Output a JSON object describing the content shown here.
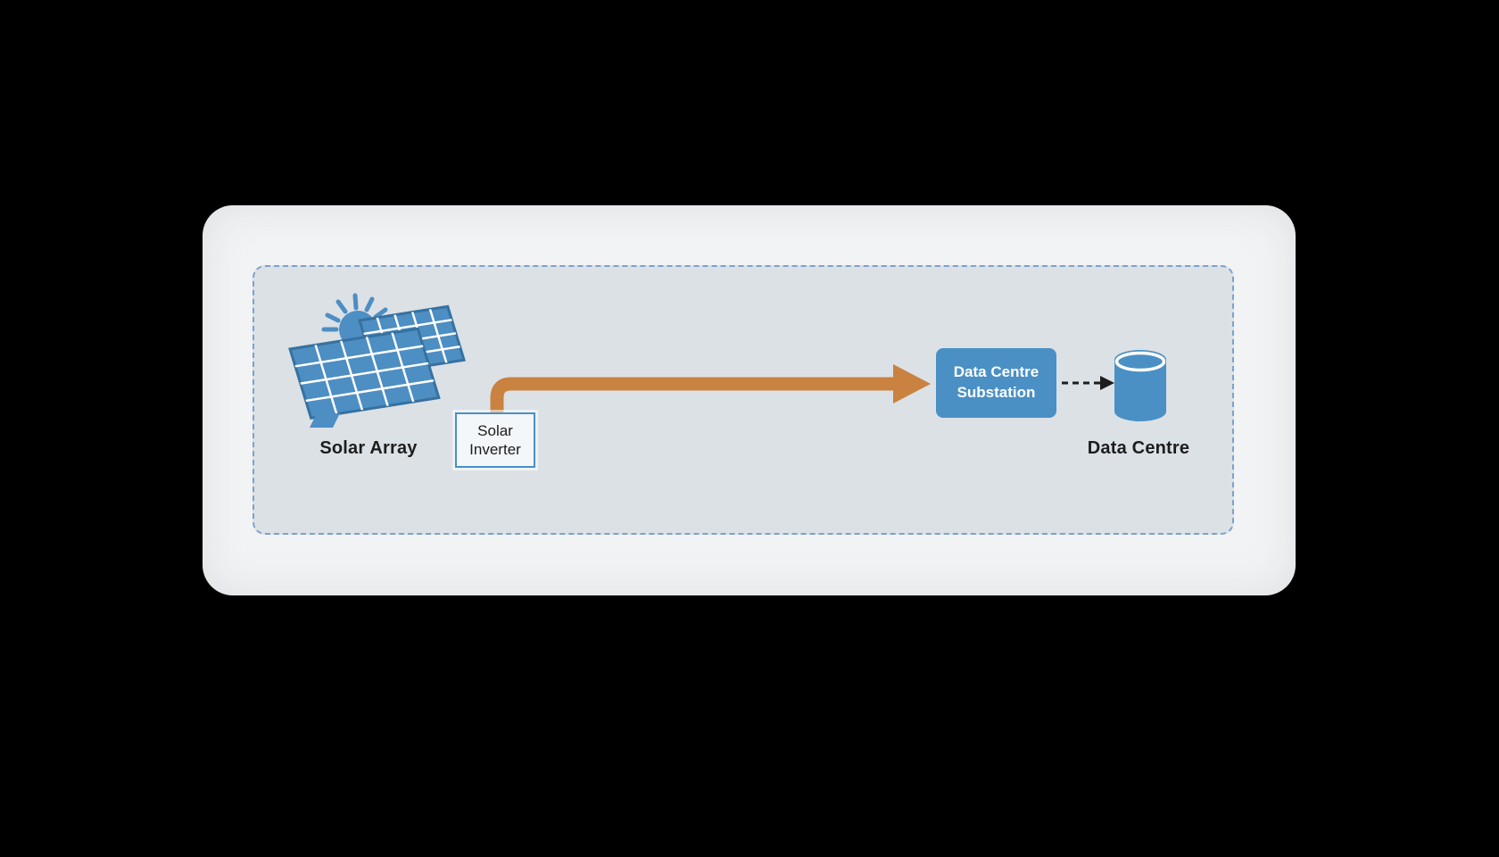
{
  "nodes": {
    "solar_array": {
      "label": "Solar Array",
      "icon": "solar-panel-sun-icon"
    },
    "solar_inverter": {
      "label": "Solar Inverter"
    },
    "substation": {
      "label": "Data Centre Substation"
    },
    "data_centre": {
      "label": "Data Centre",
      "icon": "database-cylinder-icon"
    }
  },
  "connections": [
    {
      "from": "solar_inverter",
      "to": "substation",
      "style": "thick-orange-arrow"
    },
    {
      "from": "substation",
      "to": "data_centre",
      "style": "dashed-black-arrow"
    }
  ],
  "colors": {
    "page_bg": "#000000",
    "card_bg": "#f2f3f4",
    "panel_bg": "#dce1e6",
    "dash_blue": "#7aa2cf",
    "node_blue": "#4a90c4",
    "icon_blue": "#4d8ec3",
    "icon_blue_dark": "#36719f",
    "arrow_orange": "#c98240",
    "ink": "#1d1d1d",
    "node_text": "#ffffff"
  }
}
